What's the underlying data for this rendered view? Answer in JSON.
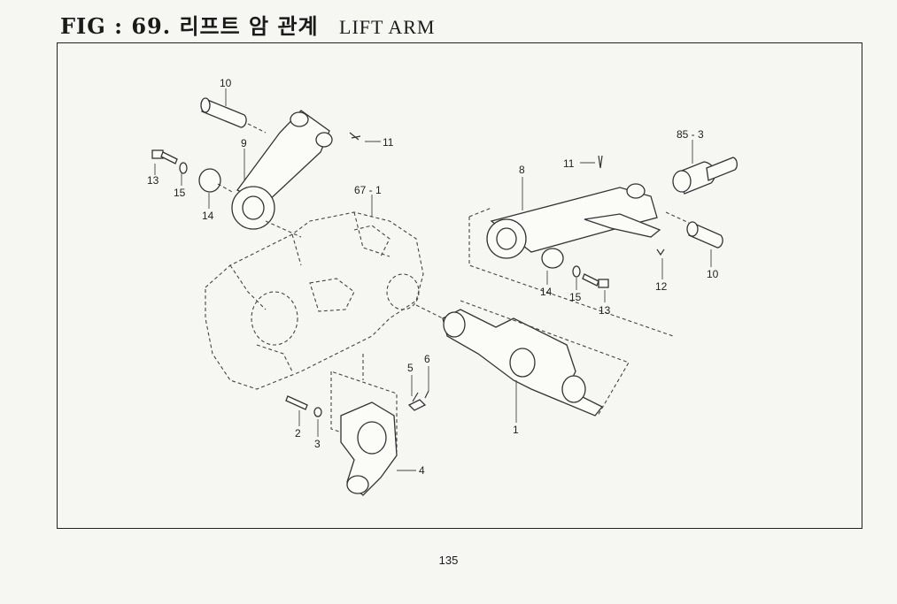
{
  "header": {
    "fig_label": "FIG : 69. 리프트 암 관계",
    "english_title": "LIFT ARM"
  },
  "callouts": {
    "c10a": "10",
    "c9": "9",
    "c11a": "11",
    "c13a": "13",
    "c15a": "15",
    "c14a": "14",
    "c67_1": "67 - 1",
    "c8": "8",
    "c11b": "11",
    "c85_3": "85 - 3",
    "c10b": "10",
    "c12": "12",
    "c14b": "14",
    "c15b": "15",
    "c13b": "13",
    "c5": "5",
    "c6": "6",
    "c2": "2",
    "c3": "3",
    "c4": "4",
    "c1": "1"
  },
  "footer": {
    "page_number": "135"
  }
}
